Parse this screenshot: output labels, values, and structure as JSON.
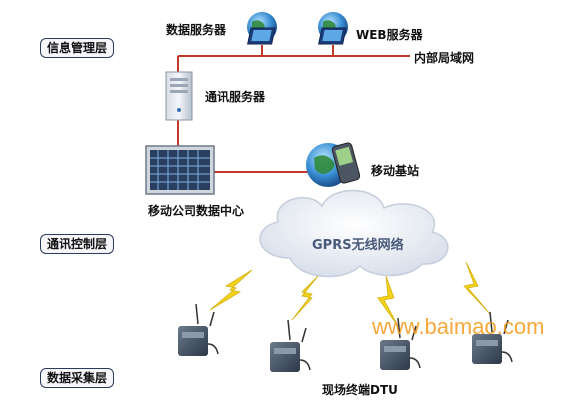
{
  "layers": {
    "info_management": "信息管理层",
    "comm_control": "通讯控制层",
    "data_collection": "数据采集层"
  },
  "nodes": {
    "data_server": "数据服务器",
    "web_server": "WEB服务器",
    "intranet": "内部局域网",
    "comm_server": "通讯服务器",
    "mobile_base_station": "移动基站",
    "mobile_data_center": "移动公司数据中心",
    "gprs_network": "GPRS无线网络",
    "field_terminal": "现场终端DTU"
  },
  "watermark": "www.baimao.com",
  "colors": {
    "link_line": "#c0392b",
    "lightning": "#f2d21b",
    "cloud": "#e8ecf4",
    "terminal": "#3d4b5c"
  }
}
